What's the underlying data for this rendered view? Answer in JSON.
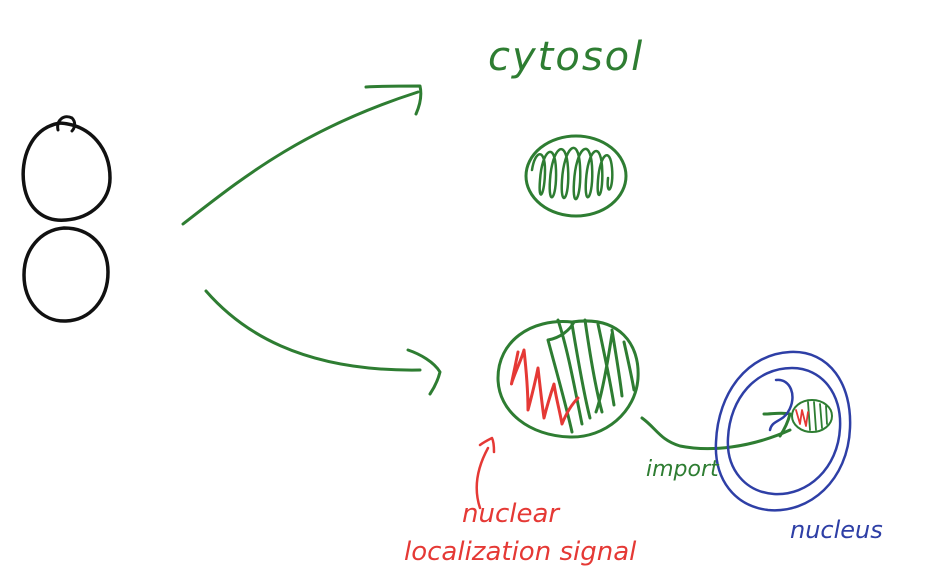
{
  "labels": {
    "cytosol": "cytosol",
    "nuclear_localization_signal_line1": "nuclear",
    "nuclear_localization_signal_line2": "localization signal",
    "import": "import",
    "nucleus": "nucleus"
  },
  "colors": {
    "ink_black": "#111111",
    "ink_green": "#2e7d32",
    "ink_red": "#e53935",
    "ink_blue": "#2e3fa6"
  }
}
